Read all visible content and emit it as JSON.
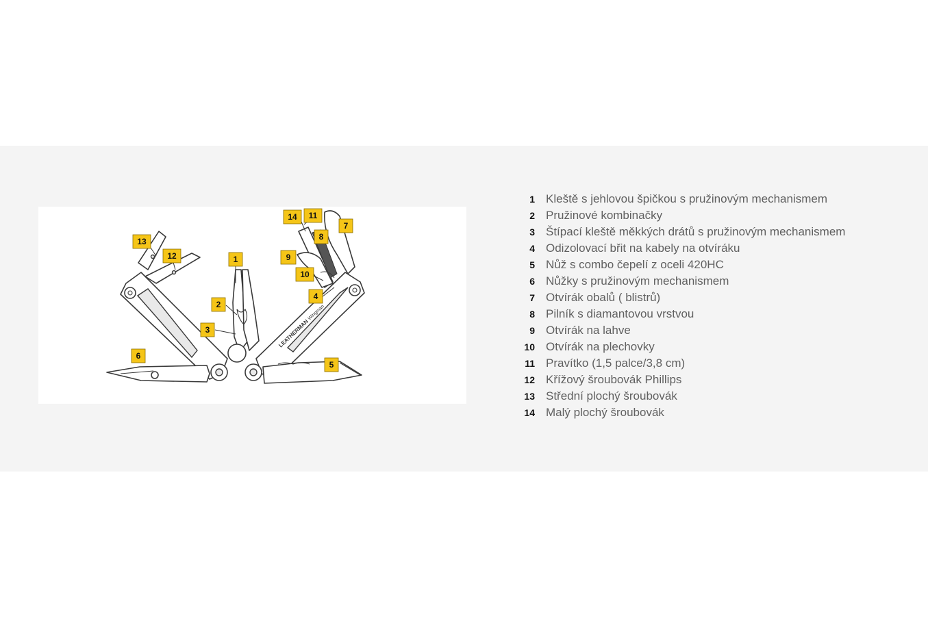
{
  "diagram": {
    "brand_text": "LEATHERMAN",
    "model_text": "Wingman",
    "callouts": [
      "1",
      "2",
      "3",
      "4",
      "5",
      "6",
      "7",
      "8",
      "9",
      "10",
      "11",
      "12",
      "13",
      "14"
    ]
  },
  "parts": [
    {
      "number": "1",
      "label": "Kleště s jehlovou špičkou s pružinovým mechanismem"
    },
    {
      "number": "2",
      "label": "Pružinové kombinačky"
    },
    {
      "number": "3",
      "label": "Štípací kleště měkkých drátů s pružinovým mechanismem"
    },
    {
      "number": "4",
      "label": "Odizolovací břit na kabely na otvíráku"
    },
    {
      "number": "5",
      "label": "Nůž s combo čepelí z oceli 420HC"
    },
    {
      "number": "6",
      "label": "Nůžky s pružinovým mechanismem"
    },
    {
      "number": "7",
      "label": "Otvírák obalů ( blistrů)"
    },
    {
      "number": "8",
      "label": "Pilník s diamantovou vrstvou"
    },
    {
      "number": "9",
      "label": "Otvírák na lahve"
    },
    {
      "number": "10",
      "label": "Otvírák na plechovky"
    },
    {
      "number": "11",
      "label": "Pravítko (1,5 palce/3,8 cm)"
    },
    {
      "number": "12",
      "label": "Křížový šroubovák Phillips"
    },
    {
      "number": "13",
      "label": "Střední plochý šroubovák"
    },
    {
      "number": "14",
      "label": "Malý plochý šroubovák"
    }
  ]
}
